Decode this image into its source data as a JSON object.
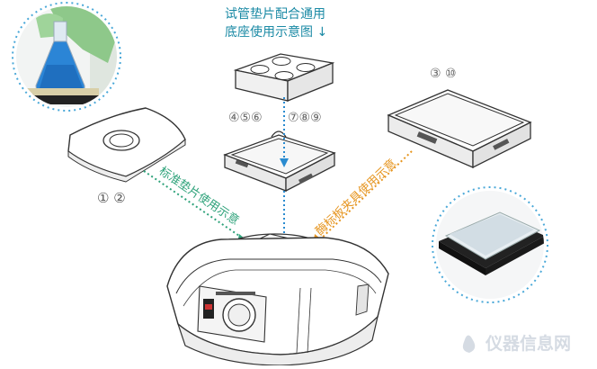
{
  "top_caption": {
    "line1": "试管垫片配合通用",
    "line2": "底座使用示意图 ↓"
  },
  "labels": {
    "pad_numbers": "① ②",
    "adapter_numbers_left": "④⑤⑥",
    "adapter_numbers_right": "⑦⑧⑨",
    "holder_numbers": "③ ⑩",
    "standard_pad_usage": "标准垫片使用示意",
    "plate_holder_usage": "酶标板夹具使用示意"
  },
  "watermark": "仪器信息网",
  "colors": {
    "teal_text": "#1b8aa5",
    "green_arrow": "#2ea27a",
    "orange": "#e6951f",
    "blue_arrow": "#2a8bd0",
    "dotted_circle": "#4aa8d8",
    "outline": "#333333"
  }
}
